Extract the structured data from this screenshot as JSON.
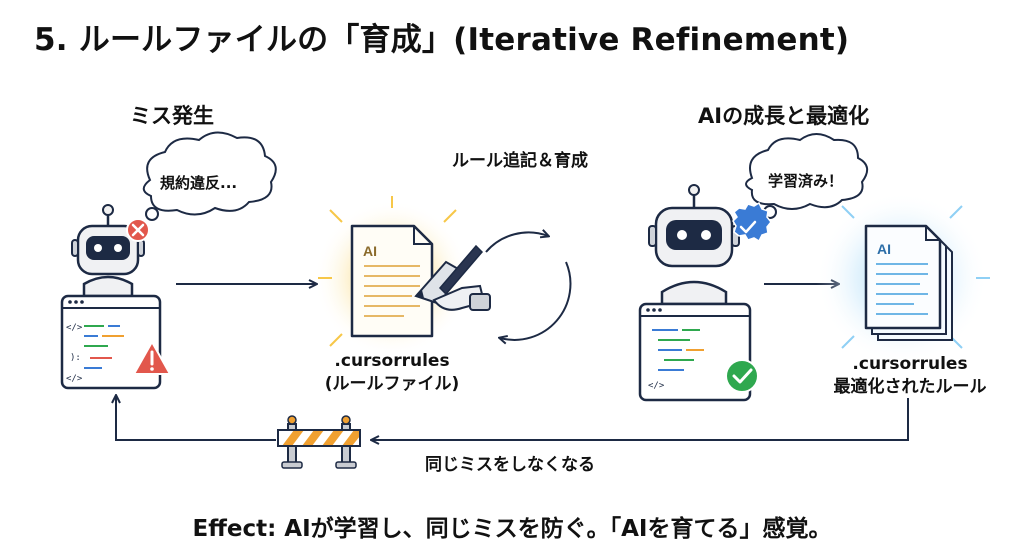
{
  "title": "5. ルールファイルの「育成」(Iterative Refinement)",
  "left_section": {
    "heading": "ミス発生",
    "thought": "規約違反..."
  },
  "middle_section": {
    "cycle_label": "ルール追記＆育成",
    "file_name": ".cursorrules",
    "file_caption": "(ルールファイル)",
    "doc_mark": "AI"
  },
  "right_section": {
    "heading": "AIの成長と最適化",
    "thought": "学習済み！",
    "file_name": ".cursorrules",
    "file_caption": "最適化されたルール",
    "doc_mark": "AI"
  },
  "bottom_label": "同じミスをしなくなる",
  "footer": "Effect: AIが学習し、同じミスを防ぐ。「AIを育てる」感覚。",
  "code_glyphs": {
    "open": "</>",
    "mid": "):",
    "close": "</>"
  },
  "colors": {
    "navy": "#1d2a44",
    "error_red": "#e2574c",
    "success_green": "#2fa84f",
    "verify_blue": "#3a7bd5",
    "warm_glow": "#f7c748",
    "cool_glow": "#8fd0f5",
    "barrier_orange": "#f0a030"
  }
}
